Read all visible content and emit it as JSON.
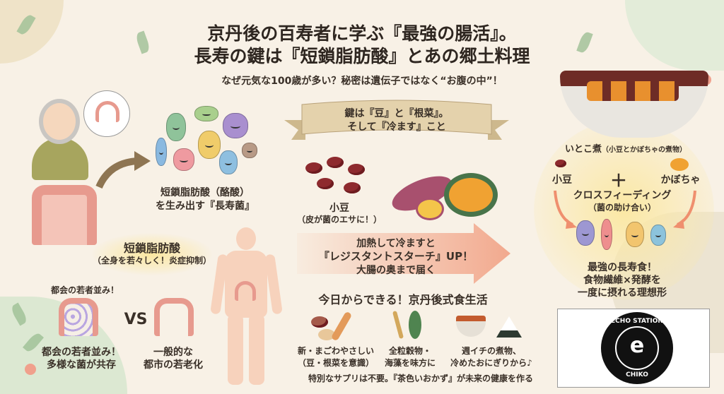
{
  "title": {
    "line1": "京丹後の百寿者に学ぶ『最強の腸活』。",
    "line2": "長寿の鍵は『短鎖脂肪酸』とあの郷土料理",
    "subtitle": "なぜ元気な100歳が多い？秘密は遺伝子ではなく“お腹の中”！"
  },
  "left": {
    "bacteria_caption_1": "短鎖脂肪酸（酪酸）",
    "bacteria_caption_2": "を生み出す『長寿菌』",
    "scfa_title": "短鎖脂肪酸",
    "scfa_sub": "（全身を若々しく！炎症抑制）",
    "compare_tag": "都会の若者並み！",
    "vs": "VS",
    "compare_left_1": "都会の若者並み！",
    "compare_left_2": "多様な菌が共存",
    "compare_right_1": "一般的な",
    "compare_right_2": "都市の若老化"
  },
  "center": {
    "banner_1": "鍵は『豆』と『根菜』。",
    "banner_2": "そして『冷ます』こと",
    "azuki": "小豆",
    "azuki_sub": "（皮が菌のエサに！）",
    "arrow_1": "加熱して冷ますと",
    "arrow_2": "『レジスタントスターチ』UP！",
    "arrow_3": "大腸の奥まで届く",
    "daily_title": "今日からできる！京丹後式食生活",
    "tips": [
      {
        "l1": "新・まごわやさしい",
        "l2": "（豆・根菜を意識）"
      },
      {
        "l1": "全粒穀物・",
        "l2": "海藻を味方に"
      },
      {
        "l1": "週イチの煮物、",
        "l2": "冷めたおにぎりから♪"
      }
    ],
    "footer": "特別なサプリは不要。『茶色いおかず』が未来の健康を作る"
  },
  "right": {
    "itokoni": "いとこ煮",
    "itokoni_sub": "（小豆とかぼちゃの煮物）",
    "azuki": "小豆",
    "plus": "＋",
    "kabocha": "かぼちゃ",
    "cross": "クロスフィーディング",
    "cross_sub": "（菌の助け合い）",
    "result_1": "最強の長寿食！",
    "result_2": "食物繊維×発酵を",
    "result_3": "一度に摂れる理想形"
  },
  "logo": {
    "top": "ECHO STATION",
    "bottom": "CHIKO",
    "mark": "e"
  },
  "colors": {
    "arrow": "#f2a98e",
    "glow": "#fbe7a0",
    "banner": "#e4d2ac",
    "text": "#3a3028"
  }
}
